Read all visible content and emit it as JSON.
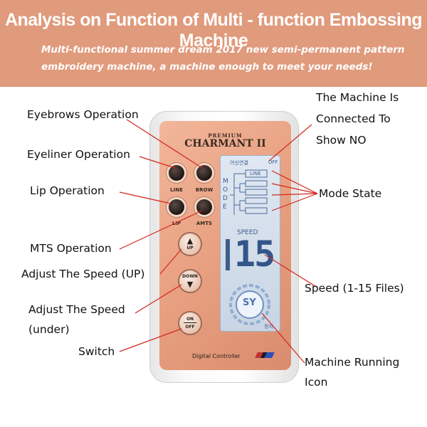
{
  "banner": {
    "title": "Analysis on Function of Multi - function Embossing Machine",
    "subtitle_line1": "Multi-functional summer dream 2017 new semi-permanent pattern",
    "subtitle_line2": "embroidery machine, a machine enough to meet your needs!",
    "color": "#e09a7c"
  },
  "labels": {
    "eyebrows": "Eyebrows Operation",
    "eyeliner": "Eyeliner Operation",
    "lip": "Lip Operation",
    "mts": "MTS Operation",
    "speed_up": "Adjust The Speed (UP)",
    "speed_down_1": "Adjust The Speed",
    "speed_down_2": "(under)",
    "switch": "Switch",
    "connected_1": "The Machine Is",
    "connected_2": "Connected To",
    "connected_3": "Show NO",
    "mode_state": "Mode State",
    "speed_range": "Speed (1-15 Files)",
    "running_1": "Machine Running",
    "running_2": "Icon"
  },
  "device": {
    "premium": "PREMIUM",
    "name": "CHARMANT II",
    "buttons": {
      "line": "LINE",
      "brow": "BROW",
      "lip": "LIP",
      "amts": "AMTS"
    },
    "up": "UP",
    "down": "DOWN",
    "on": "ON",
    "off": "OFF",
    "footer": "Digital Controller"
  },
  "lcd": {
    "connect_text": "어신연결",
    "connect_state": "OFF",
    "mode_letters": [
      "M",
      "O",
      "D",
      "E"
    ],
    "active_mode": "LINE",
    "speed_label": "SPEED",
    "speed_value": "15",
    "logo": "SY",
    "stop": "정지"
  }
}
